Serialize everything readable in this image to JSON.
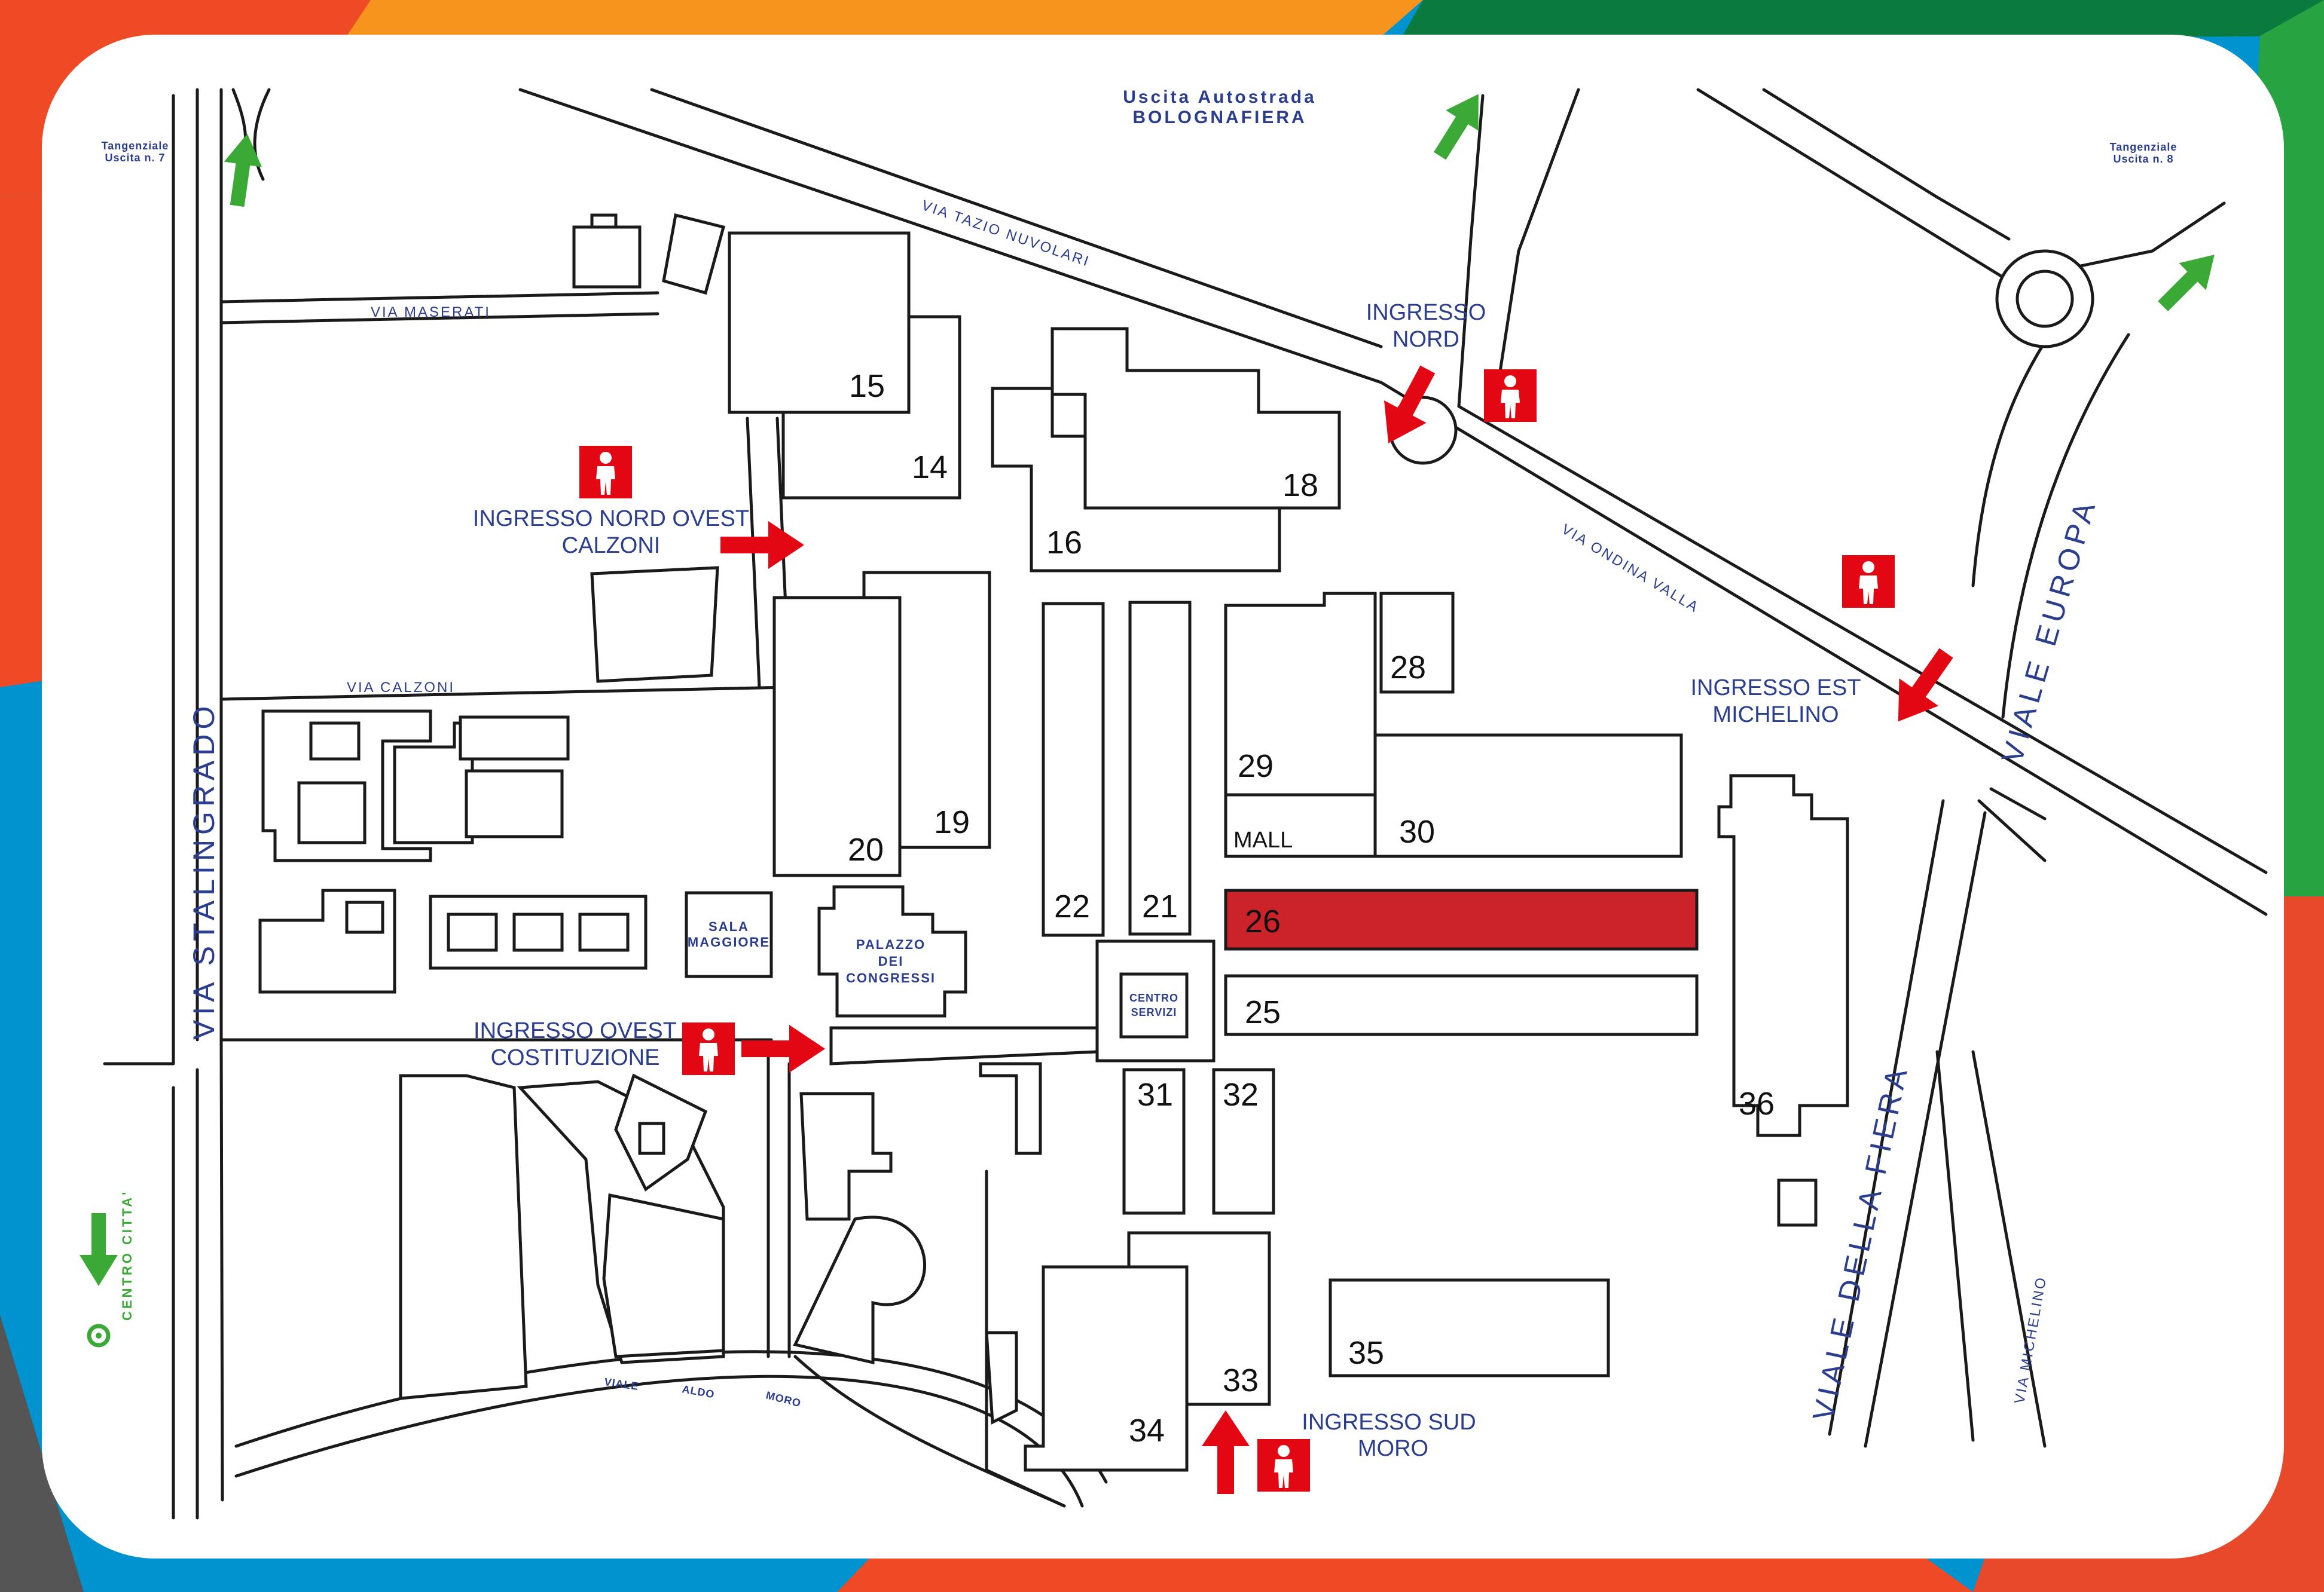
{
  "colors": {
    "pavilion_highlight": "#cc2229",
    "entrance_marker": "#e30613",
    "arrow_red": "#e30613",
    "arrow_green": "#3aa935",
    "label_blue": "#2a3d8f",
    "frame_orange": "#ee4a25",
    "frame_yellow": "#f7941d",
    "frame_green": "#0a7a3e",
    "frame_blue": "#0093d0"
  },
  "header": {
    "exit_line1": "Uscita Autostrada",
    "exit_line2": "BOLOGNAFIERA"
  },
  "corners": {
    "left_line1": "Tangenziale",
    "left_line2": "Uscita n. 7",
    "right_line1": "Tangenziale",
    "right_line2": "Uscita n. 8"
  },
  "streets": {
    "maserati": "VIA MASERATI",
    "nuvolari": "VIA TAZIO NUVOLARI",
    "ondina": "VIA ONDINA VALLA",
    "calzoni": "VIA CALZONI",
    "stalingrado": "VIA STALINGRADO",
    "europa": "VIALE EUROPA",
    "fiera": "VIALE DELLA FIERA",
    "michelino": "VIA MICHELINO",
    "aldo_moro": [
      "VIALE",
      "ALDO",
      "MORO"
    ]
  },
  "city_centre": "CENTRO CITTA'",
  "entrances": {
    "nord": [
      "INGRESSO",
      "NORD"
    ],
    "nord_ovest": [
      "INGRESSO NORD OVEST",
      "CALZONI"
    ],
    "est": [
      "INGRESSO EST",
      "MICHELINO"
    ],
    "ovest": [
      "INGRESSO OVEST",
      "COSTITUZIONE"
    ],
    "sud": [
      "INGRESSO SUD",
      "MORO"
    ]
  },
  "buildings": {
    "sala_maggiore": [
      "SALA",
      "MAGGIORE"
    ],
    "palazzo": [
      "PALAZZO",
      "DEI",
      "CONGRESSI"
    ],
    "centro_servizi": [
      "CENTRO",
      "SERVIZI"
    ],
    "mall": "MALL"
  },
  "pavilions": [
    {
      "number": "15"
    },
    {
      "number": "14"
    },
    {
      "number": "16"
    },
    {
      "number": "18"
    },
    {
      "number": "20"
    },
    {
      "number": "19"
    },
    {
      "number": "22"
    },
    {
      "number": "21"
    },
    {
      "number": "29"
    },
    {
      "number": "28"
    },
    {
      "number": "30"
    },
    {
      "number": "26",
      "highlighted": true
    },
    {
      "number": "25"
    },
    {
      "number": "31"
    },
    {
      "number": "32"
    },
    {
      "number": "36"
    },
    {
      "number": "35"
    },
    {
      "number": "33"
    },
    {
      "number": "34"
    }
  ],
  "icons": {
    "entrance": "person-icon",
    "entrance_arrow": "red-arrow-icon",
    "direction_arrow": "green-arrow-icon",
    "city_marker": "target-icon"
  }
}
